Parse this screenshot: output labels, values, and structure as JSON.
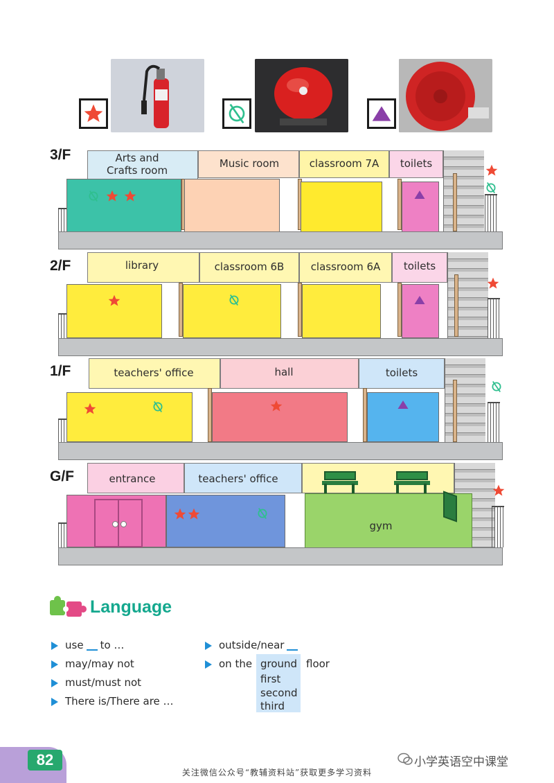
{
  "colors": {
    "star": "#ef4a35",
    "bell": "#2fbf8f",
    "hose": "#8a3fa8",
    "accent": "#14a88e"
  },
  "legend": {
    "items": [
      {
        "icon": "star-icon",
        "photo": "fire-extinguisher"
      },
      {
        "icon": "bell-icon",
        "photo": "fire-alarm-bell"
      },
      {
        "icon": "triangle-icon",
        "photo": "fire-hose-reel"
      }
    ]
  },
  "building": {
    "floors": [
      {
        "label": "3/F",
        "rooms": [
          {
            "name": "Arts and Crafts room",
            "marks": [
              "bell",
              "star",
              "star"
            ]
          },
          {
            "name": "Music room",
            "marks": []
          },
          {
            "name": "classroom 7A",
            "marks": []
          },
          {
            "name": "toilets",
            "marks": [
              "triangle"
            ]
          }
        ],
        "stair_marks": [
          "star",
          "bell"
        ]
      },
      {
        "label": "2/F",
        "rooms": [
          {
            "name": "library",
            "marks": [
              "star"
            ]
          },
          {
            "name": "classroom 6B",
            "marks": [
              "bell"
            ]
          },
          {
            "name": "classroom 6A",
            "marks": []
          },
          {
            "name": "toilets",
            "marks": [
              "triangle"
            ]
          }
        ],
        "stair_marks": [
          "star"
        ]
      },
      {
        "label": "1/F",
        "rooms": [
          {
            "name": "teachers' office",
            "marks": [
              "star",
              "bell"
            ]
          },
          {
            "name": "hall",
            "marks": [
              "star"
            ]
          },
          {
            "name": "toilets",
            "marks": [
              "triangle"
            ]
          }
        ],
        "stair_marks": [
          "bell"
        ]
      },
      {
        "label": "G/F",
        "rooms": [
          {
            "name": "entrance",
            "marks": []
          },
          {
            "name": "teachers' office",
            "marks": [
              "star",
              "star",
              "bell"
            ]
          },
          {
            "name": "gym",
            "marks": []
          }
        ],
        "stair_marks": [
          "star"
        ]
      }
    ]
  },
  "language": {
    "title": "Language",
    "items_left": [
      {
        "pre": "use",
        "post": "to …"
      },
      {
        "text": "may/may not"
      },
      {
        "text": "must/must not"
      },
      {
        "text": "There is/There are …"
      }
    ],
    "items_right": [
      {
        "pre": "outside/near"
      },
      {
        "pre": "on the",
        "post": "floor"
      }
    ],
    "floor_options": [
      "ground",
      "first",
      "second",
      "third"
    ]
  },
  "page_number": "82",
  "footer": "关注微信公众号“教辅资料站”获取更多学习资料",
  "watermark": "小学英语空中课堂"
}
